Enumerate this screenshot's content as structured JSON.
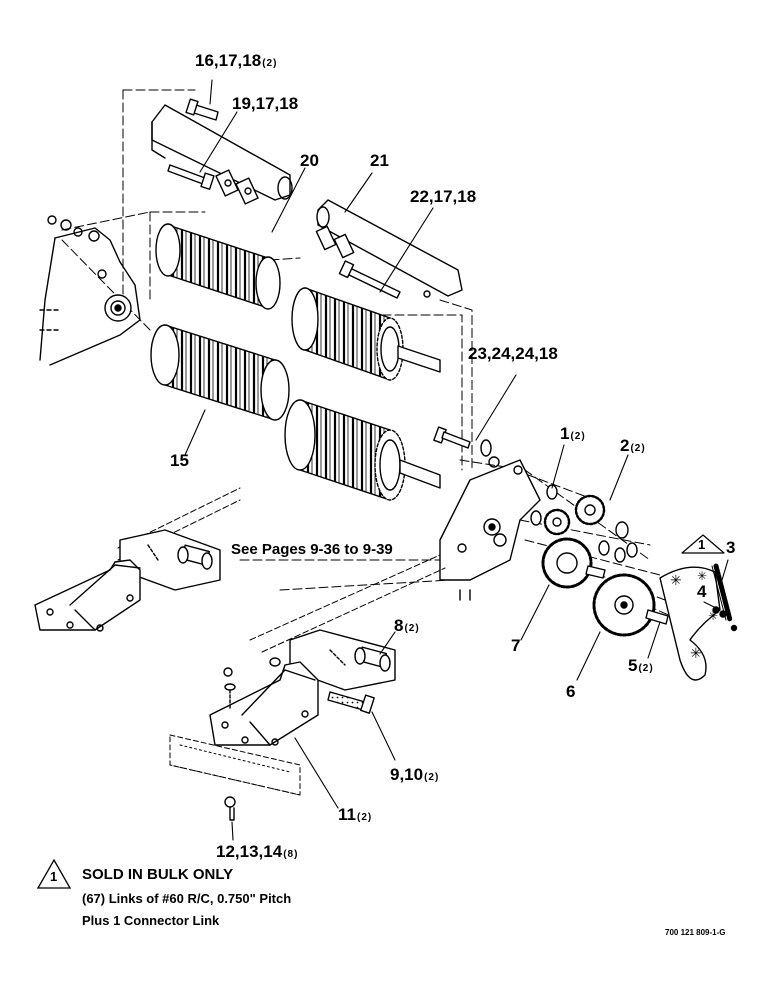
{
  "callouts": [
    {
      "id": "c-16-17-18",
      "text": "16,17,18",
      "qty": "(2)"
    },
    {
      "id": "c-19-17-18",
      "text": "19,17,18",
      "qty": ""
    },
    {
      "id": "c-20",
      "text": "20",
      "qty": ""
    },
    {
      "id": "c-21",
      "text": "21",
      "qty": ""
    },
    {
      "id": "c-22-17-18",
      "text": "22,17,18",
      "qty": ""
    },
    {
      "id": "c-23-24-24-18",
      "text": "23,24,24,18",
      "qty": ""
    },
    {
      "id": "c-15",
      "text": "15",
      "qty": ""
    },
    {
      "id": "c-1",
      "text": "1",
      "qty": "(2)"
    },
    {
      "id": "c-2",
      "text": "2",
      "qty": "(2)"
    },
    {
      "id": "c-3",
      "text": "3",
      "qty": ""
    },
    {
      "id": "c-4",
      "text": "4",
      "qty": ""
    },
    {
      "id": "c-5",
      "text": "5",
      "qty": "(2)"
    },
    {
      "id": "c-6",
      "text": "6",
      "qty": ""
    },
    {
      "id": "c-7",
      "text": "7",
      "qty": ""
    },
    {
      "id": "c-8",
      "text": "8",
      "qty": "(2)"
    },
    {
      "id": "c-9-10",
      "text": "9,10",
      "qty": "(2)"
    },
    {
      "id": "c-11",
      "text": "11",
      "qty": "(2)"
    },
    {
      "id": "c-12-13-14",
      "text": "12,13,14",
      "qty": "(8)"
    }
  ],
  "page_reference": "See Pages 9-36 to 9-39",
  "warning_symbol": {
    "number": "1"
  },
  "note": {
    "number": "1",
    "title": "SOLD IN BULK ONLY",
    "lines": [
      "(67) Links of #60 R/C, 0.750\" Pitch",
      "Plus 1 Connector Link"
    ]
  },
  "drawing_number": "700 121 809-1-G"
}
